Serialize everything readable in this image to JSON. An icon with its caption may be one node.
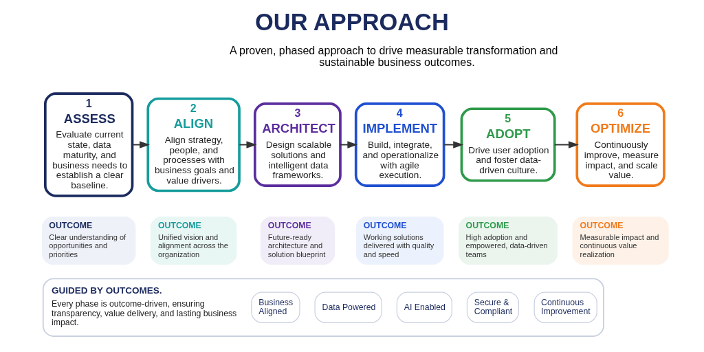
{
  "diagram": {
    "title": "OUR APPROACH",
    "nodes": [
      {
        "text": [
          "1",
          "ASSESS",
          "Evaluate current state, data maturity, and business needs to establish a clear baseline."
        ]
      },
      {
        "text": [
          "2",
          "ALIGN",
          "Align strategy, people, and processes with business goals and value drivers."
        ]
      },
      {
        "text": [
          "3",
          "ARCHITECT",
          "Design scalable solutions and intelligent data frameworks."
        ]
      },
      {
        "text": [
          "4",
          "IMPLEMENT",
          "Build, integrate, and operationalize with agile execution."
        ]
      },
      {
        "text": [
          "5",
          "ADOPT",
          "Drive user adoption and foster data-driven culture."
        ]
      },
      {
        "text": [
          "6",
          "OPTIMIZE",
          "Continuously improve, measure impact, and scale value."
        ]
      },
      {
        "text": [
          "OUTCOME",
          "Clear understanding of opportunities and priorities"
        ]
      },
      {
        "text": [
          "OUTCOME",
          "Unified vision and alignment across the organization"
        ]
      },
      {
        "text": [
          "OUTCOME",
          "Future-ready architecture and solution blueprint"
        ]
      },
      {
        "text": [
          "OUTCOME",
          "Working solutions delivered with quality and speed"
        ]
      },
      {
        "text": [
          "OUTCOME",
          "High adoption and empowered, data-driven teams"
        ]
      },
      {
        "text": [
          "OUTCOME",
          "Measurable impact and continuous value realization"
        ]
      },
      {
        "text": [],
        "shape": "box"
      },
      {
        "text": [
          "GUIDED BY OUTCOMES.",
          "Every phase is outcome-driven, ensuring transparency, value delivery, and lasting business impact."
        ],
        "in": 12
      },
      {
        "text": [
          "Business Aligned"
        ],
        "in": 12
      },
      {
        "text": [
          "Data Powered"
        ],
        "in": 12
      },
      {
        "text": [
          "AI Enabled"
        ],
        "in": 12
      },
      {
        "text": [
          "Secure & Compliant"
        ],
        "in": 12
      },
      {
        "text": [
          "Continuous Improvement"
        ],
        "in": 12
      }
    ],
    "edges": [
      {
        "from": 0,
        "to": 1,
        "arrow": "to"
      },
      {
        "from": 1,
        "to": 2,
        "arrow": "to"
      },
      {
        "from": 2,
        "to": 3,
        "arrow": "to"
      },
      {
        "from": 3,
        "to": 4,
        "arrow": "to"
      },
      {
        "from": 4,
        "to": 5,
        "arrow": "to"
      }
    ],
    "labels": [
      "A proven, phased approach to drive measurable transformation and sustainable business outcomes."
    ]
  }
}
